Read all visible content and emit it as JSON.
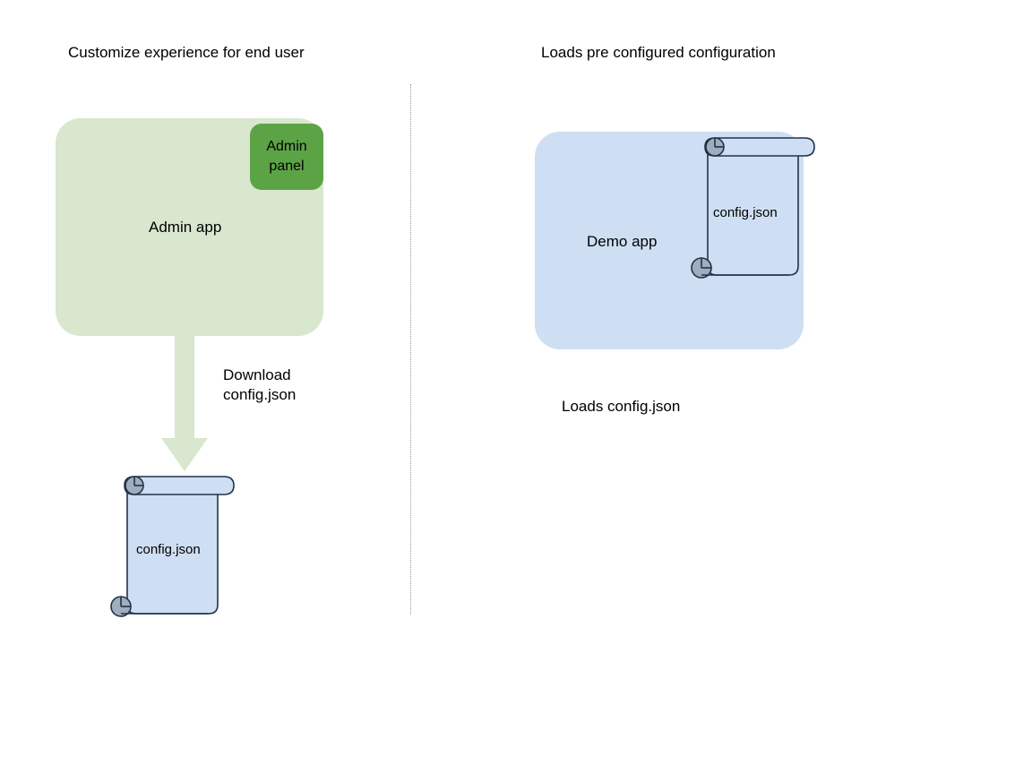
{
  "diagram": {
    "background_color": "#ffffff",
    "headings": {
      "left": "Customize experience for end user",
      "right": "Loads pre configured configuration"
    },
    "divider": {
      "name": "vertical-dotted-divider",
      "style": "dotted",
      "color": "#9a9a9a"
    },
    "left_panel": {
      "app": {
        "label": "Admin app",
        "fill": "#d8e7cd"
      },
      "admin_panel": {
        "line1": "Admin",
        "line2": "panel",
        "fill": "#5ca346"
      },
      "arrow": {
        "label_line1": "Download",
        "label_line2": "config.json",
        "fill": "#d8e7cd",
        "direction": "down"
      },
      "document": {
        "label": "config.json",
        "fill": "#cfdff3",
        "stroke": "#23314a",
        "curl_fill": "#9fadbd"
      }
    },
    "right_panel": {
      "app": {
        "label": "Demo app",
        "fill": "#cfdff3"
      },
      "document": {
        "label": "config.json",
        "fill": "#cfdff3",
        "stroke": "#23314a",
        "curl_fill": "#9fadbd"
      },
      "caption": "Loads config.json"
    }
  }
}
